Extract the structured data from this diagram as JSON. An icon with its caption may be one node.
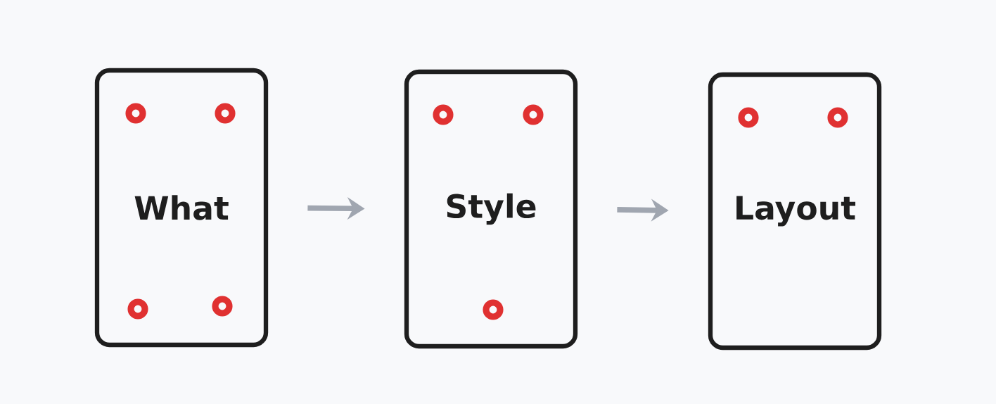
{
  "diagram": {
    "nodes": [
      {
        "text": [
          "What"
        ]
      },
      {
        "text": [
          "Style"
        ]
      },
      {
        "text": [
          "Layout"
        ]
      }
    ],
    "edges": [
      {
        "from": 0,
        "to": 1,
        "arrow": "to"
      },
      {
        "from": 1,
        "to": 2,
        "arrow": "to"
      }
    ]
  }
}
